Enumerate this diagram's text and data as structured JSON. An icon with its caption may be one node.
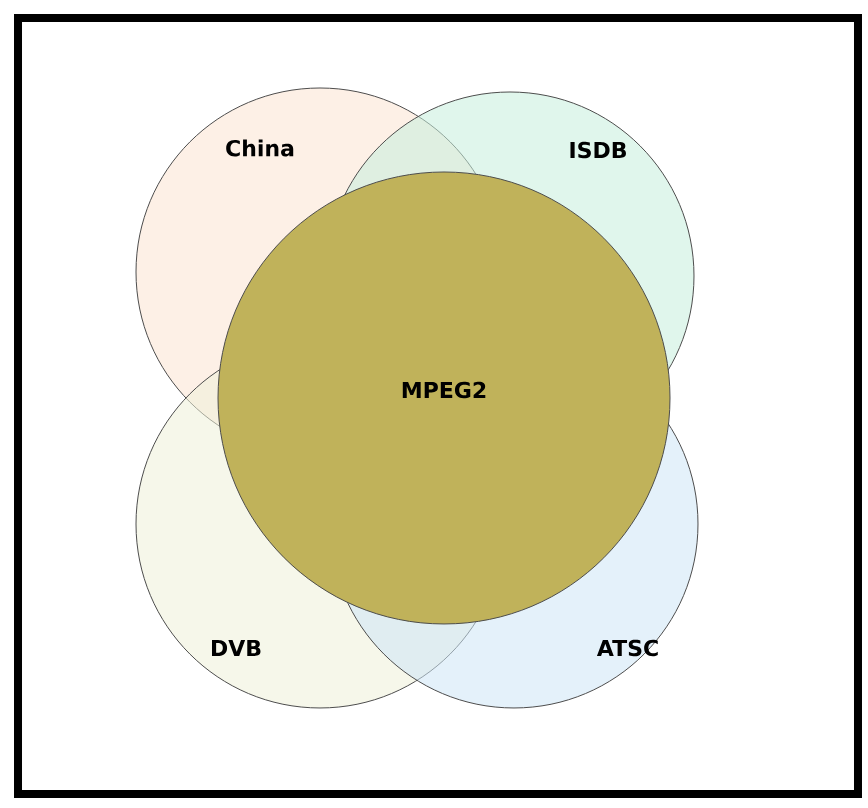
{
  "diagram": {
    "nodes": [
      {
        "text": [
          "China"
        ]
      },
      {
        "text": [
          "ISDB"
        ]
      },
      {
        "text": [
          "DVB"
        ]
      },
      {
        "text": [
          "ATSC"
        ]
      },
      {
        "text": [
          "MPEG2"
        ]
      }
    ]
  }
}
